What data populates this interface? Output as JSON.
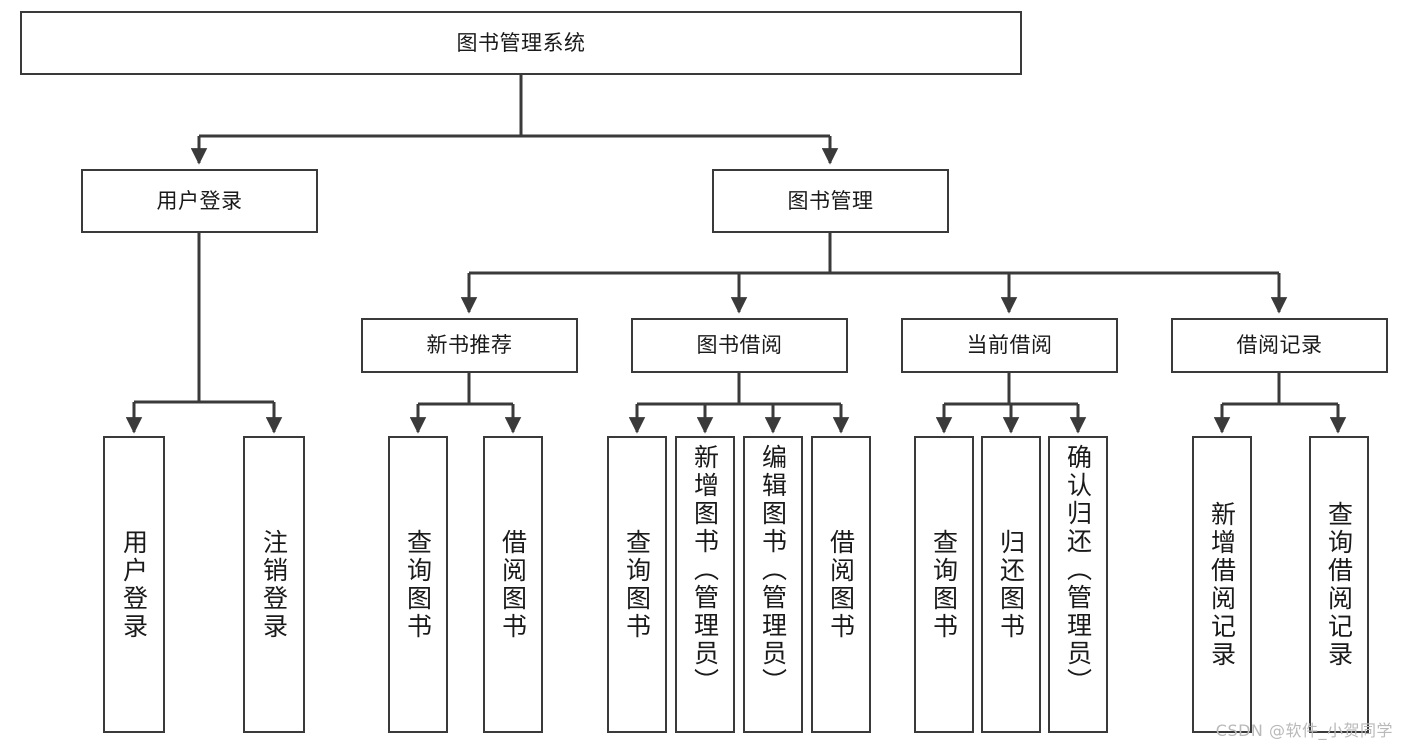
{
  "diagram": {
    "type": "tree",
    "title": "图书管理系统",
    "style": {
      "box_border_color": "#3a3a3a",
      "box_fill_color": "#ffffff",
      "edge_color": "#3a3a3a",
      "text_color": "#1a1a1a",
      "background": "#ffffff",
      "watermark_color": "#b9b9b9"
    },
    "root": {
      "label": "图书管理系统"
    },
    "level1": [
      {
        "label": "用户登录"
      },
      {
        "label": "图书管理"
      }
    ],
    "level2": [
      {
        "label": "新书推荐"
      },
      {
        "label": "图书借阅"
      },
      {
        "label": "当前借阅"
      },
      {
        "label": "借阅记录"
      }
    ],
    "leaves": {
      "user_login": [
        {
          "label": "用户登录"
        },
        {
          "label": "注销登录"
        }
      ],
      "new_book_recommend": [
        {
          "label": "查询图书"
        },
        {
          "label": "借阅图书"
        }
      ],
      "book_borrow": [
        {
          "label": "查询图书"
        },
        {
          "label": "新增图书（管理员）"
        },
        {
          "label": "编辑图书（管理员）"
        },
        {
          "label": "借阅图书"
        }
      ],
      "current_borrow": [
        {
          "label": "查询图书"
        },
        {
          "label": "归还图书"
        },
        {
          "label": "确认归还（管理员）"
        }
      ],
      "borrow_record": [
        {
          "label": "新增借阅记录"
        },
        {
          "label": "查询借阅记录"
        }
      ]
    }
  },
  "watermark": {
    "text": "CSDN @软件_小贺同学"
  }
}
